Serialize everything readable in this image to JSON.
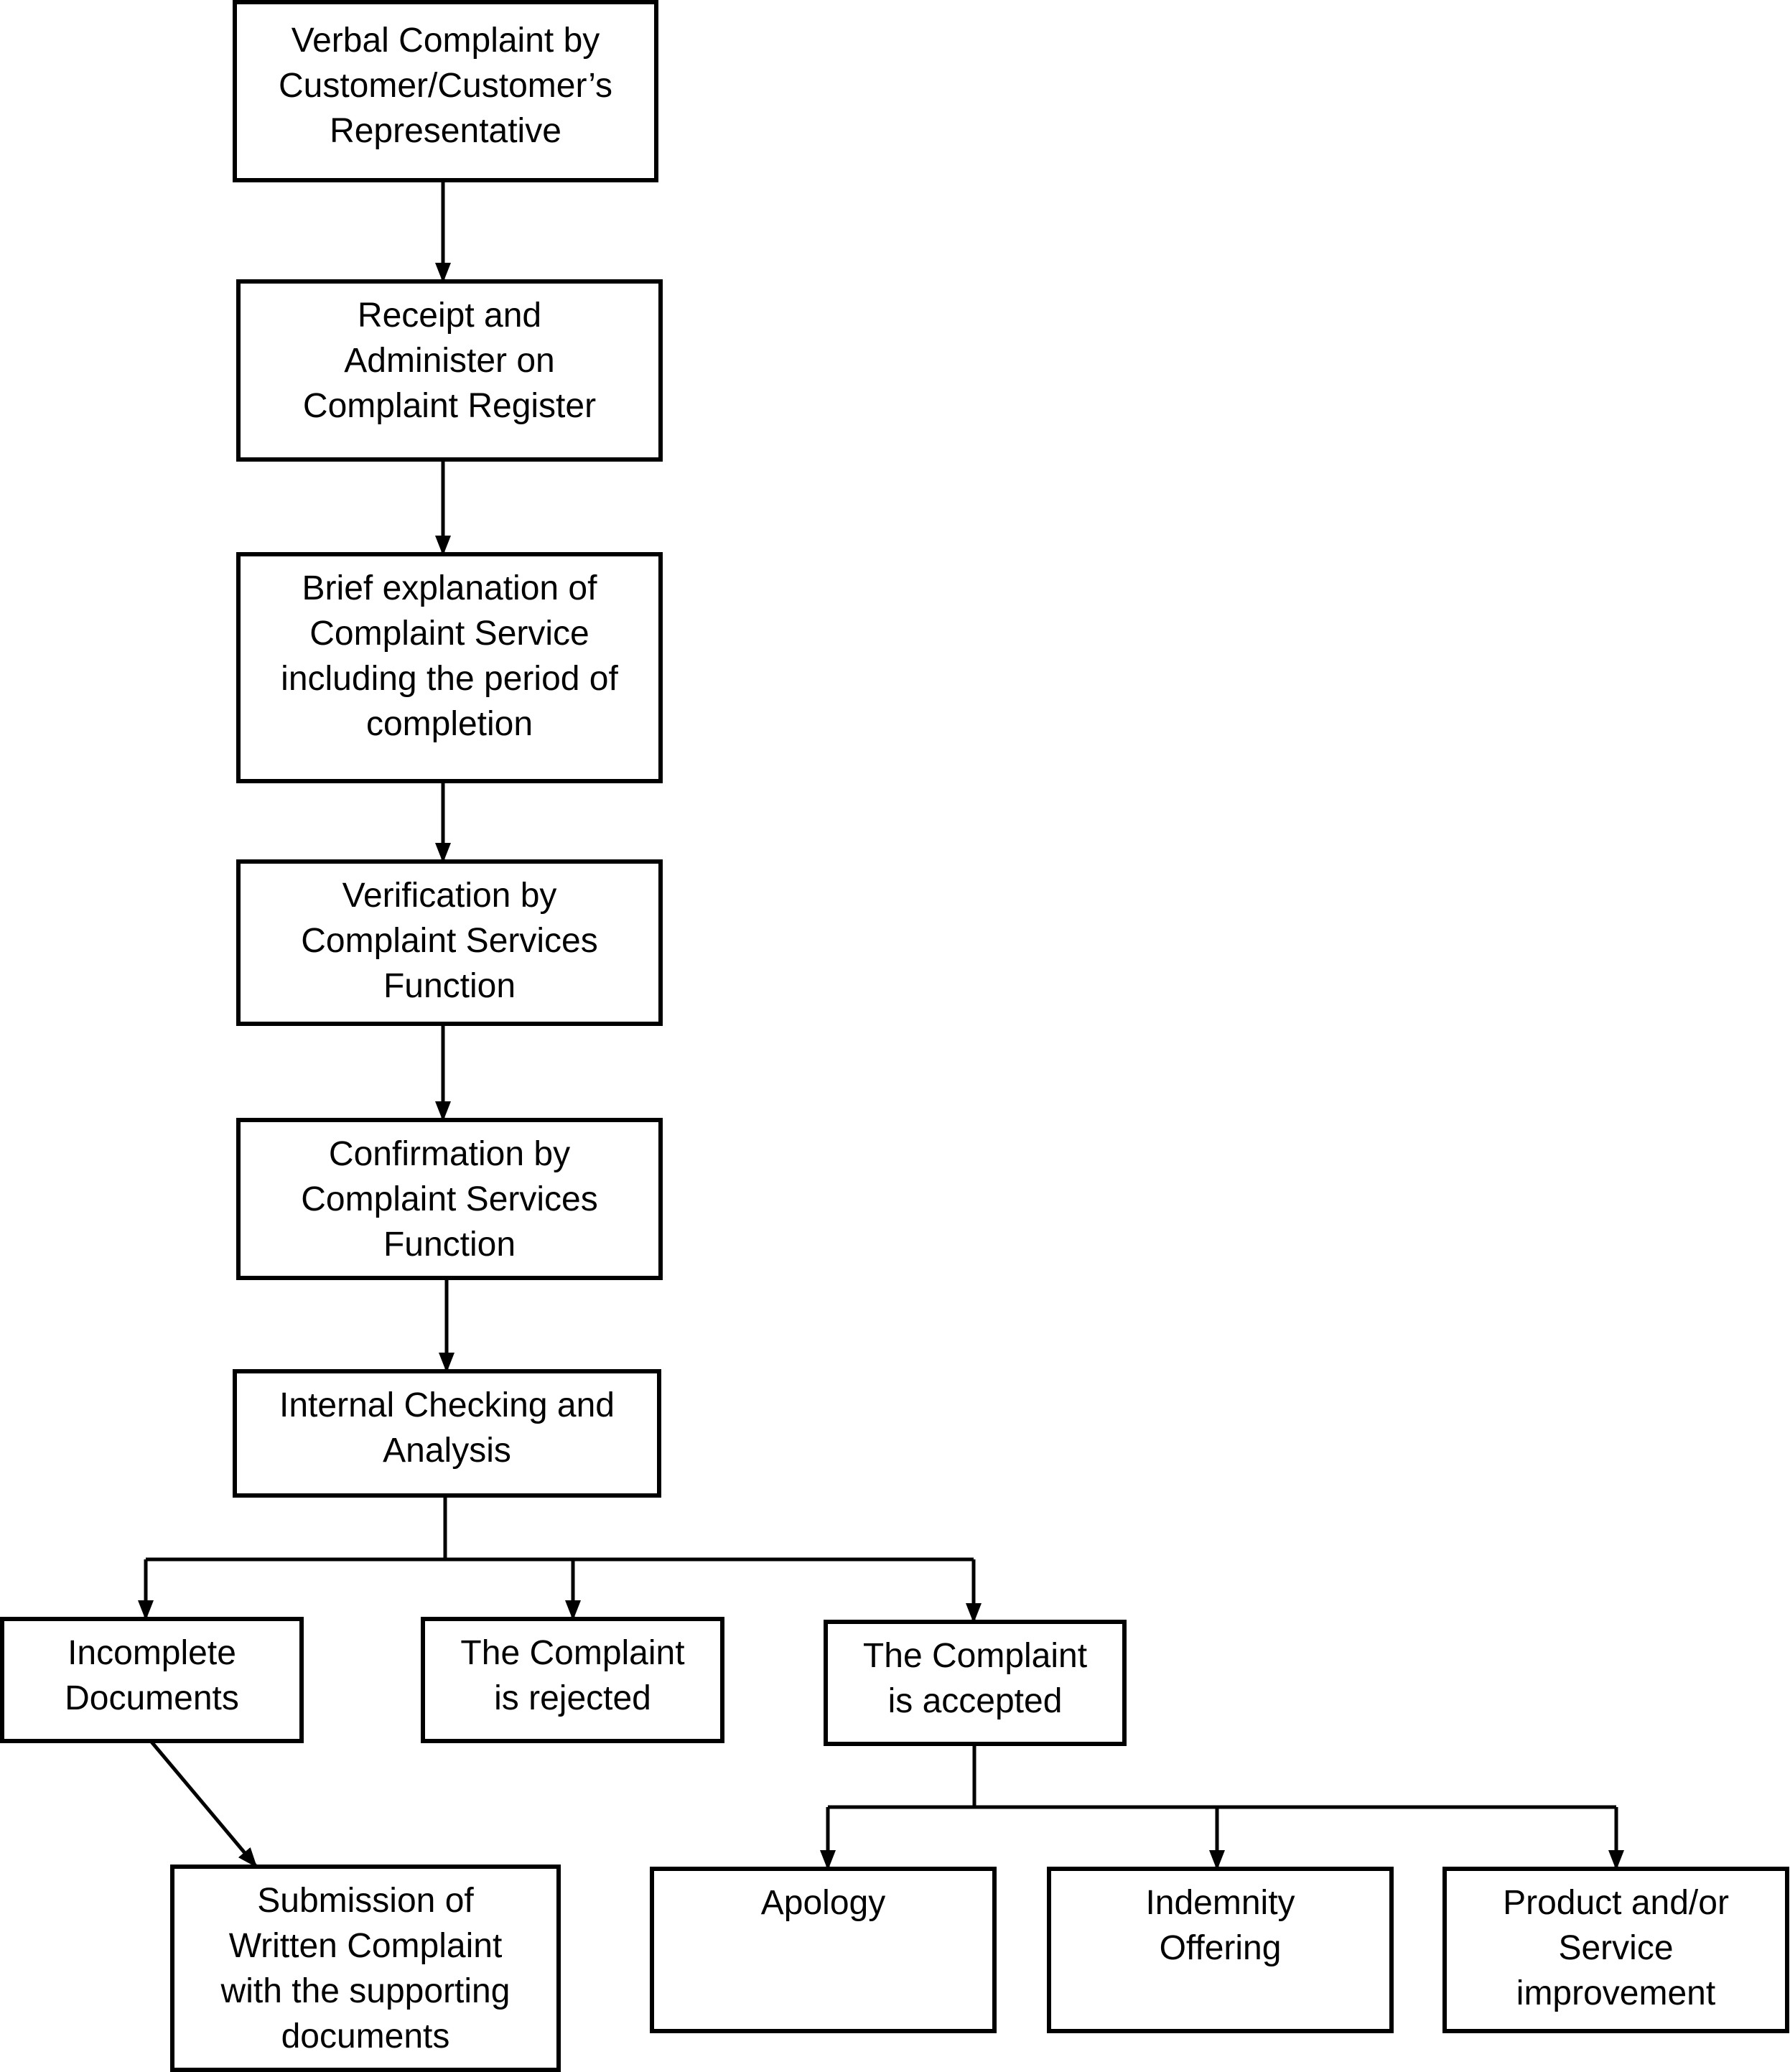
{
  "colors": {
    "background": "#ffffff",
    "line": "#000000",
    "text": "#000000"
  },
  "nodes": [
    {
      "id": "verbal-complaint",
      "lines": [
        "Verbal Complaint by",
        "Customer/Customer’s",
        "Representative"
      ]
    },
    {
      "id": "receipt-administer",
      "lines": [
        "Receipt and",
        "Administer on",
        "Complaint Register"
      ]
    },
    {
      "id": "brief-explanation",
      "lines": [
        "Brief explanation of",
        "Complaint Service",
        "including the period of",
        "completion"
      ]
    },
    {
      "id": "verification",
      "lines": [
        "Verification by",
        "Complaint Services",
        "Function"
      ]
    },
    {
      "id": "confirmation",
      "lines": [
        "Confirmation by",
        "Complaint Services",
        "Function"
      ]
    },
    {
      "id": "internal-checking",
      "lines": [
        "Internal Checking and",
        "Analysis"
      ]
    },
    {
      "id": "incomplete-documents",
      "lines": [
        "Incomplete",
        "Documents"
      ]
    },
    {
      "id": "complaint-rejected",
      "lines": [
        "The Complaint",
        "is rejected"
      ]
    },
    {
      "id": "complaint-accepted",
      "lines": [
        "The Complaint",
        "is accepted"
      ]
    },
    {
      "id": "submission-written-complaint",
      "lines": [
        "Submission of",
        "Written Complaint",
        "with the supporting",
        "documents"
      ]
    },
    {
      "id": "apology",
      "lines": [
        "Apology"
      ]
    },
    {
      "id": "indemnity-offering",
      "lines": [
        "Indemnity",
        "Offering"
      ]
    },
    {
      "id": "product-service-improvement",
      "lines": [
        "Product and/or",
        "Service",
        "improvement"
      ]
    }
  ],
  "edges": [
    {
      "from": "verbal-complaint",
      "to": "receipt-administer"
    },
    {
      "from": "receipt-administer",
      "to": "brief-explanation"
    },
    {
      "from": "brief-explanation",
      "to": "verification"
    },
    {
      "from": "verification",
      "to": "confirmation"
    },
    {
      "from": "confirmation",
      "to": "internal-checking"
    },
    {
      "from": "internal-checking",
      "to": "incomplete-documents"
    },
    {
      "from": "internal-checking",
      "to": "complaint-rejected"
    },
    {
      "from": "internal-checking",
      "to": "complaint-accepted"
    },
    {
      "from": "incomplete-documents",
      "to": "submission-written-complaint"
    },
    {
      "from": "complaint-accepted",
      "to": "apology"
    },
    {
      "from": "complaint-accepted",
      "to": "indemnity-offering"
    },
    {
      "from": "complaint-accepted",
      "to": "product-service-improvement"
    }
  ]
}
